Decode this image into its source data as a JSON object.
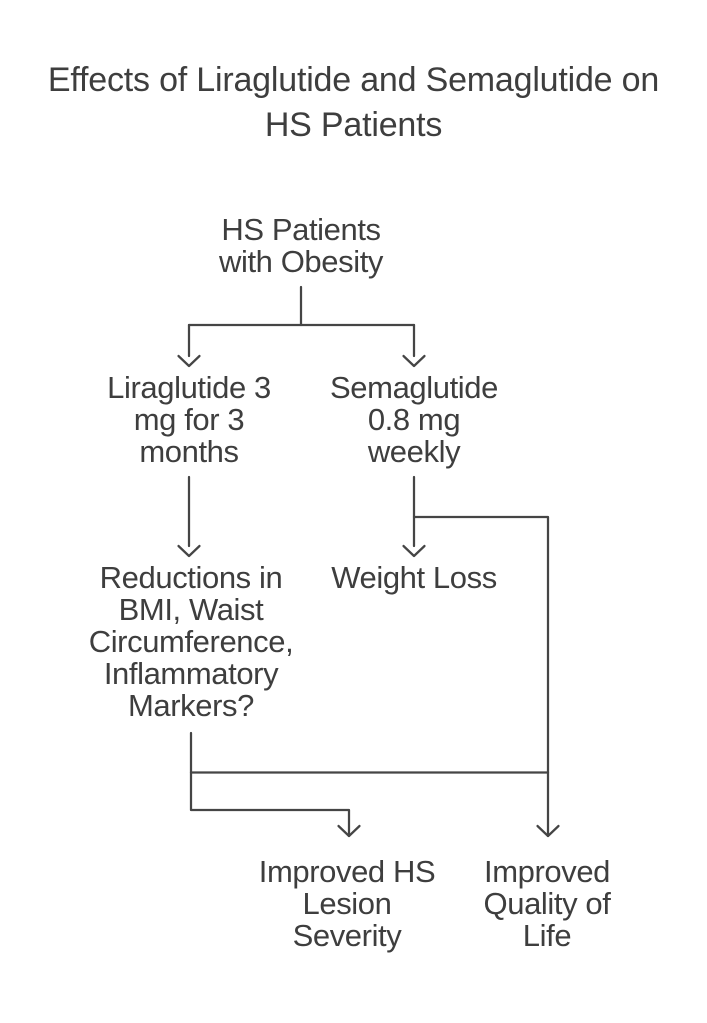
{
  "title": {
    "lines": [
      "Effects of Liraglutide and Semaglutide on",
      "HS Patients"
    ]
  },
  "nodes": {
    "hs_patients": {
      "lines": [
        "HS Patients",
        "with Obesity"
      ]
    },
    "liraglutide": {
      "lines": [
        "Liraglutide 3",
        "mg for 3",
        "months"
      ]
    },
    "semaglutide": {
      "lines": [
        "Semaglutide",
        "0.8 mg",
        "weekly"
      ]
    },
    "reductions": {
      "lines": [
        "Reductions in",
        "BMI, Waist",
        "Circumference,",
        "Inflammatory",
        "Markers?"
      ]
    },
    "weight_loss": {
      "lines": [
        "Weight Loss"
      ]
    },
    "lesion": {
      "lines": [
        "Improved HS",
        "Lesion",
        "Severity"
      ]
    },
    "qol": {
      "lines": [
        "Improved",
        "Quality of",
        "Life"
      ]
    }
  },
  "edges": [
    {
      "from": "hs_patients",
      "to": "liraglutide"
    },
    {
      "from": "hs_patients",
      "to": "semaglutide"
    },
    {
      "from": "liraglutide",
      "to": "reductions"
    },
    {
      "from": "semaglutide",
      "to": "weight_loss"
    },
    {
      "from": "semaglutide",
      "to": "qol"
    },
    {
      "from": "reductions",
      "to": "lesion"
    },
    {
      "from": "reductions",
      "to": "qol"
    }
  ],
  "colors": {
    "background": "#ffffff",
    "line": "#454545",
    "text": "#3e3e3e"
  }
}
